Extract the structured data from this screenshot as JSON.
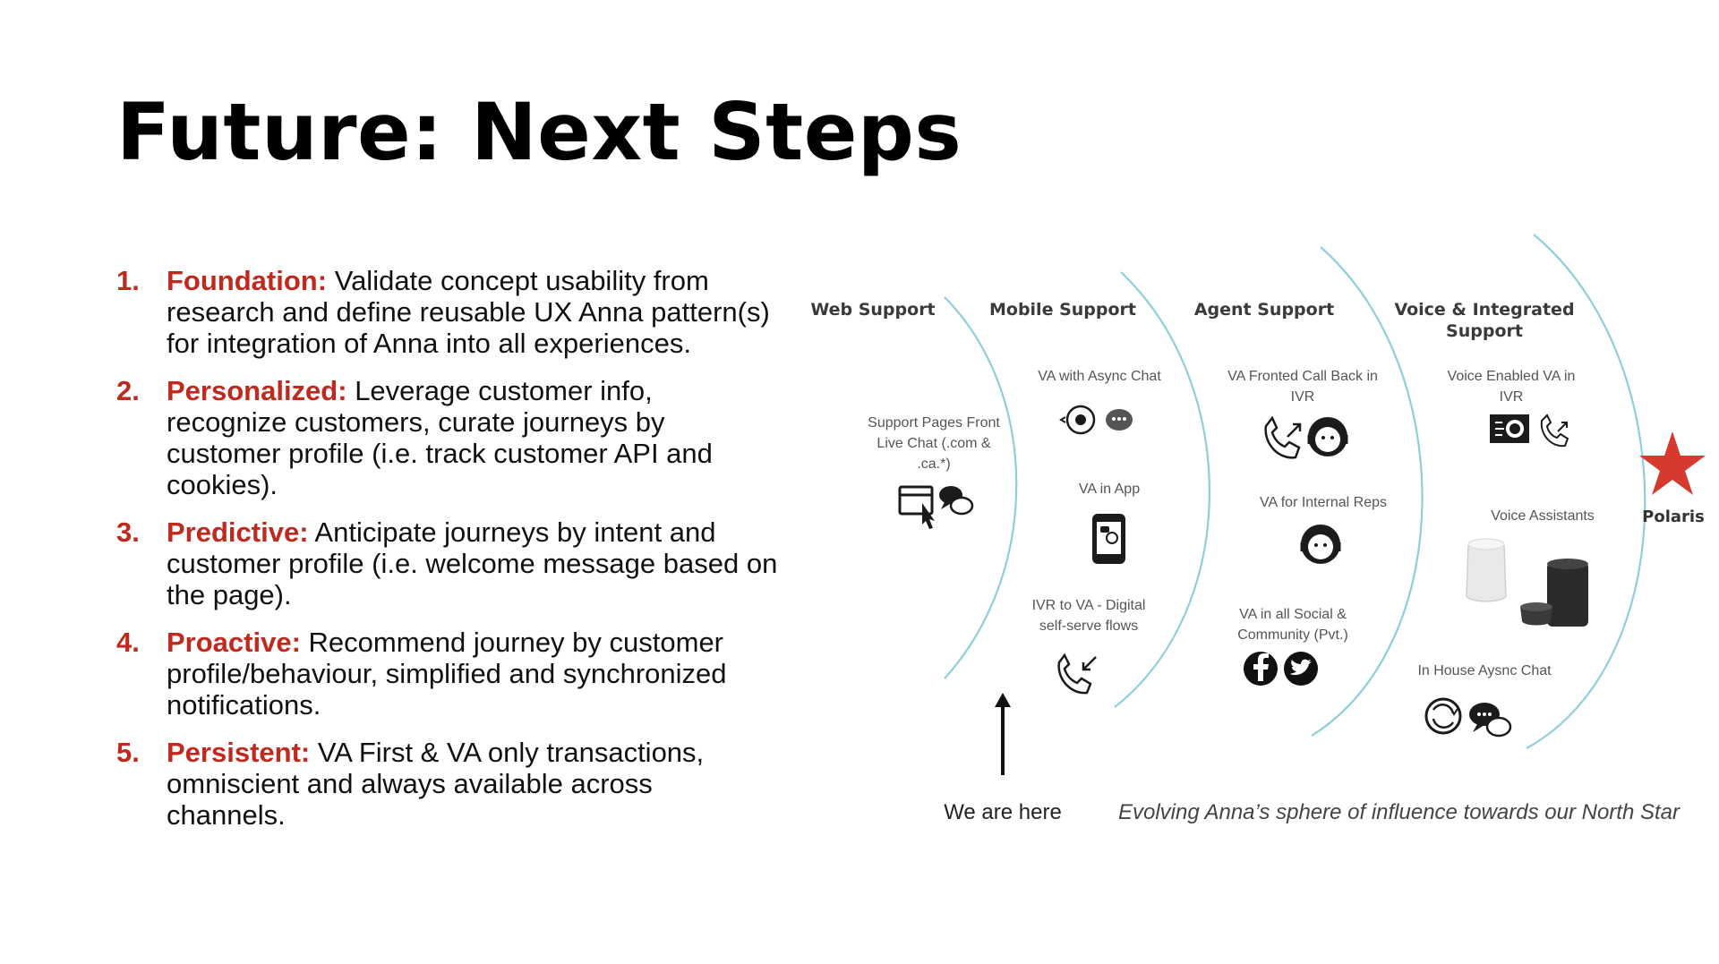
{
  "slide": {
    "title": "Future: Next Steps",
    "steps": [
      {
        "num": "1.",
        "label": "Foundation:",
        "text": "Validate concept usability from research and define reusable UX Anna pattern(s) for integration of Anna into all experiences."
      },
      {
        "num": "2.",
        "label": "Personalized:",
        "text": "Leverage customer info, recognize customers, curate journeys by customer profile (i.e. track customer API and cookies)."
      },
      {
        "num": "3.",
        "label": "Predictive:",
        "text": "Anticipate journeys by intent and customer profile (i.e. welcome message based on the page)."
      },
      {
        "num": "4.",
        "label": "Proactive:",
        "text": "Recommend journey by customer profile/behaviour, simplified and synchronized notifications."
      },
      {
        "num": "5.",
        "label": "Persistent:",
        "text": "VA First & VA only transactions, omniscient and always available across channels."
      }
    ]
  },
  "diagram": {
    "columns": {
      "web": "Web Support",
      "mobile": "Mobile Support",
      "agent": "Agent Support",
      "voice1": "Voice & Integrated",
      "voice2": "Support"
    },
    "items": {
      "web_1a": "Support Pages Front",
      "web_1b": "Live Chat (.com &",
      "web_1c": ".ca.*)",
      "mob_1": "VA with Async Chat",
      "mob_2": "VA in App",
      "mob_3a": "IVR to VA - Digital",
      "mob_3b": "self-serve flows",
      "agt_1a": "VA Fronted Call Back in",
      "agt_1b": "IVR",
      "agt_2": "VA for Internal Reps",
      "agt_3a": "VA in all Social &",
      "agt_3b": "Community (Pvt.)",
      "voi_1a": "Voice Enabled VA in",
      "voi_1b": "IVR",
      "voi_2": "Voice Assistants",
      "voi_3": "In House Aysnc Chat"
    },
    "polaris": "Polaris",
    "we_are_here": "We are here",
    "caption": "Evolving Anna’s sphere of influence towards our North Star",
    "colors": {
      "accent": "#c0291d",
      "arc": "#8fcfdc",
      "star": "#d63a2f",
      "icon": "#1b1b1b"
    }
  }
}
